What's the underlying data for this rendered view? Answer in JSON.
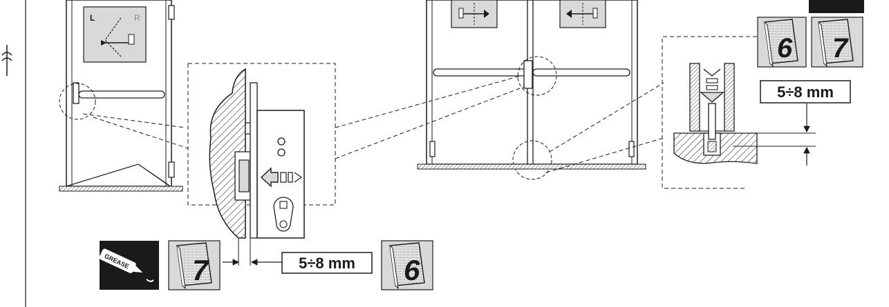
{
  "colors": {
    "ink": "#1a1a1a",
    "panel_gray": "#d9d9d9",
    "dark_panel": "#1a1a1a",
    "background": "#ffffff"
  },
  "icons": {
    "hand_left": "L",
    "hand_right": "R",
    "grease_tube": "GREASE"
  },
  "manual_refs": {
    "ref_6": "6",
    "ref_7": "7"
  },
  "dimensions": {
    "gap_left": "5÷8 mm",
    "gap_right": "5÷8 mm"
  }
}
